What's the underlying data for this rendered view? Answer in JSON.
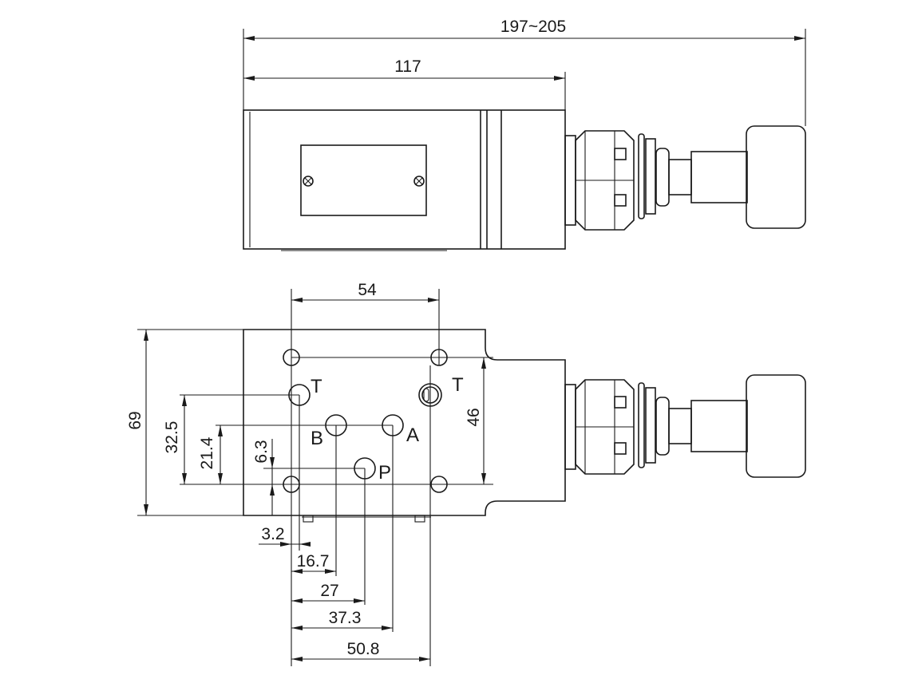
{
  "dimensions": {
    "overall_length": "197~205",
    "body_length": "117",
    "port_spacing_width": "54",
    "body_height": "69",
    "port_spacing_height": "46",
    "t_port_y": "32.5",
    "ab_port_y": "21.4",
    "p_port_y": "6.3",
    "t_port_x": "3.2",
    "b_port_x": "16.7",
    "p_port_x": "27",
    "a_port_x": "37.3",
    "t2_port_x": "50.8"
  },
  "ports": {
    "t_left": "T",
    "t_right": "T",
    "b": "B",
    "a": "A",
    "p": "P"
  }
}
